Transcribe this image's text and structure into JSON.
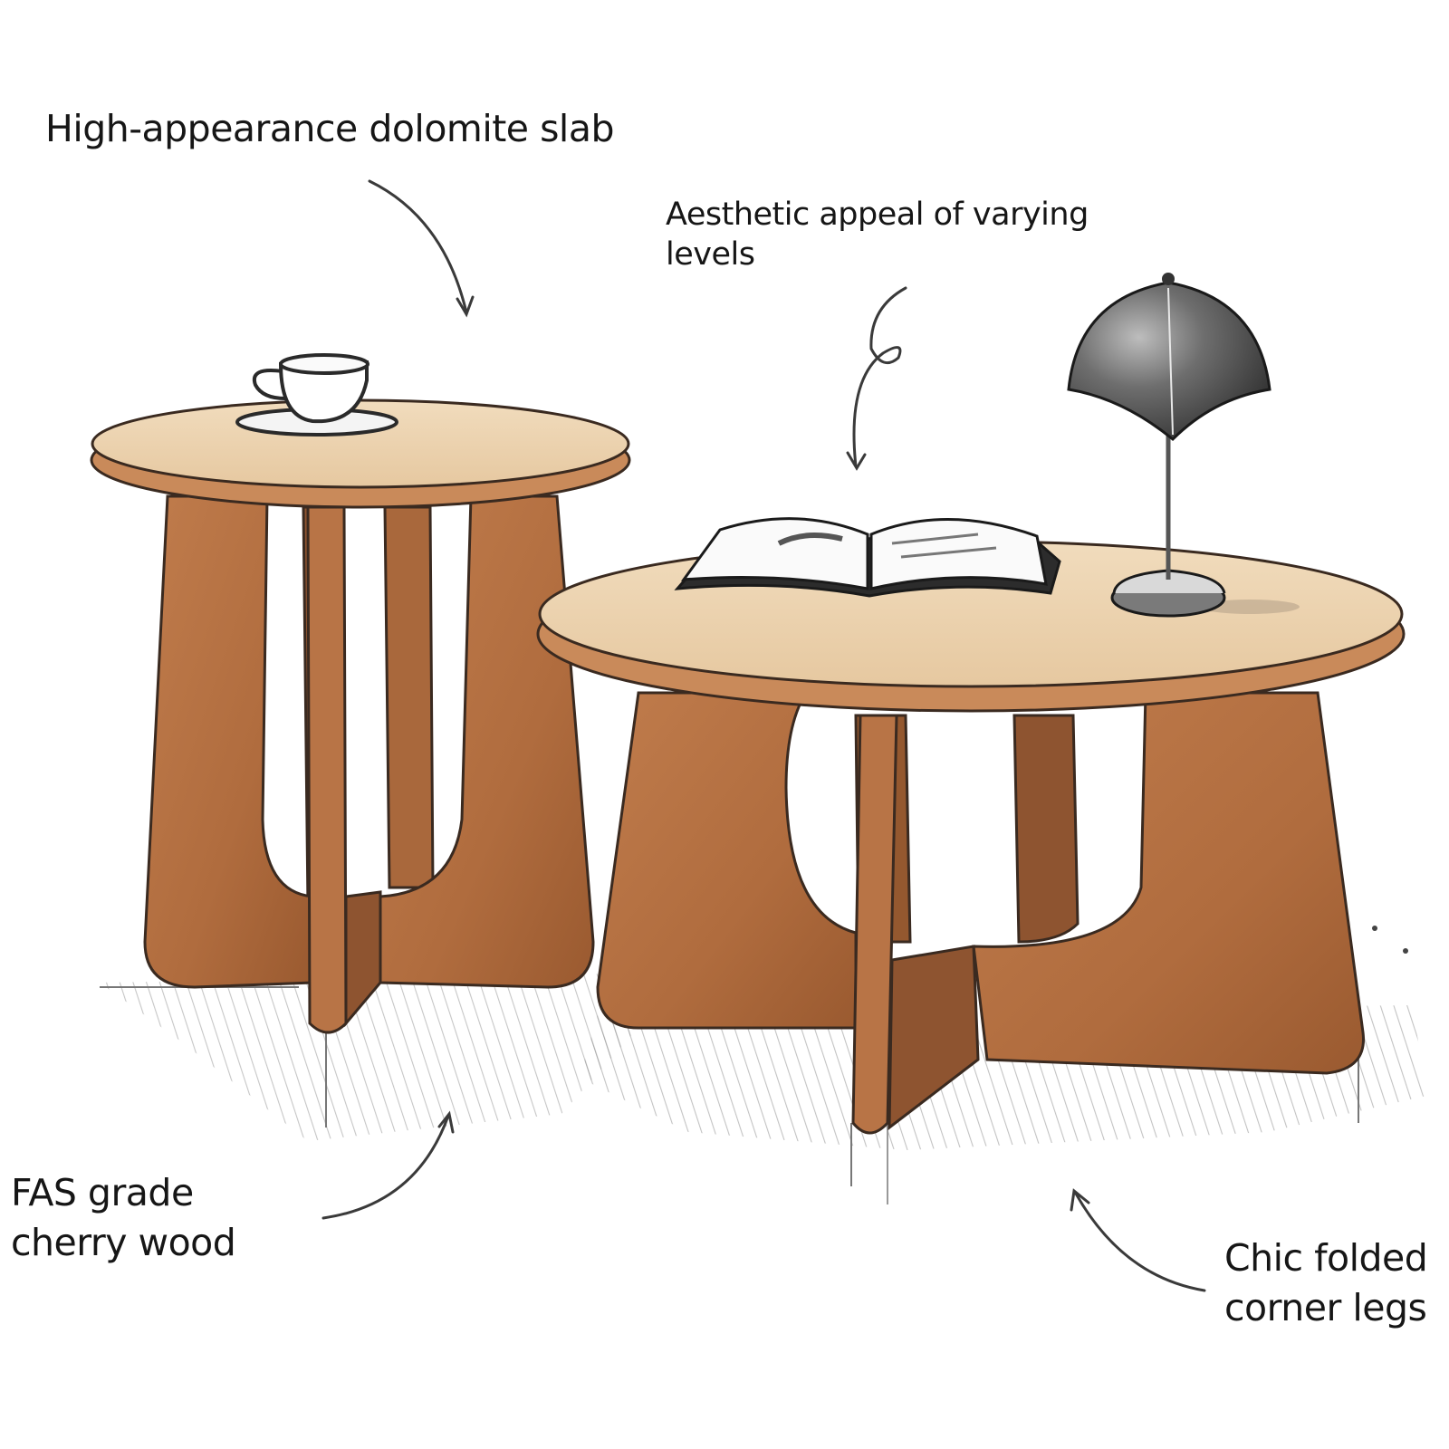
{
  "illustration": {
    "subject": "Two round cherry wood side/coffee tables with folded corner legs",
    "objects": {
      "small_table_item": "coffee cup on saucer",
      "large_table_items": [
        "open book",
        "mushroom table lamp"
      ]
    }
  },
  "callouts": {
    "slab": {
      "line1": "High-appearance dolomite slab"
    },
    "levels": {
      "line1": "Aesthetic appeal of varying",
      "line2": "levels"
    },
    "wood": {
      "line1": "FAS grade",
      "line2": "cherry wood"
    },
    "legs": {
      "line1": "Chic folded",
      "line2": "corner legs"
    }
  },
  "colors": {
    "background": "#ffffff",
    "tabletop": "#ecd2ae",
    "tabletop_edge": "#c98a5a",
    "wood": "#b87446",
    "wood_dark": "#94582f",
    "outline": "#3a2a20",
    "ink": "#1a1a1a",
    "hatch": "#8a8a8a"
  }
}
